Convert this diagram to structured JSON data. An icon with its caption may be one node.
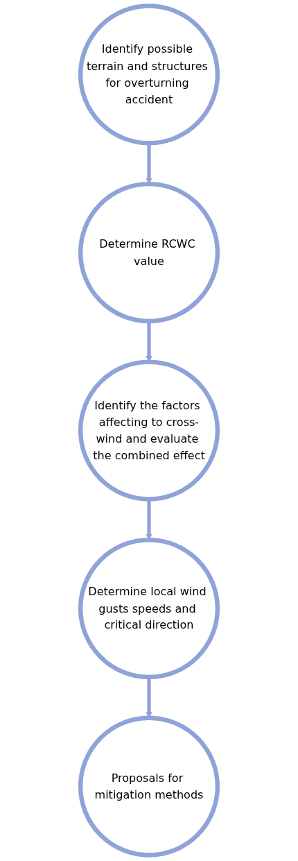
{
  "diagram": {
    "nodes": [
      {
        "text": [
          "Identify possible terrain and structures for overturning accident"
        ]
      },
      {
        "text": [
          "Determine RCWC value"
        ]
      },
      {
        "text": [
          "Identify the factors affecting to cross-wind and evaluate the combined effect"
        ]
      },
      {
        "text": [
          "Determine local wind gusts speeds and critical direction"
        ]
      },
      {
        "text": [
          "Proposals for mitigation methods"
        ]
      }
    ],
    "edges": [
      {
        "from": 0,
        "to": 1,
        "arrow": "to"
      },
      {
        "from": 1,
        "to": 2,
        "arrow": "to"
      },
      {
        "from": 2,
        "to": 3,
        "arrow": "to"
      },
      {
        "from": 3,
        "to": 4,
        "arrow": "to"
      }
    ]
  }
}
